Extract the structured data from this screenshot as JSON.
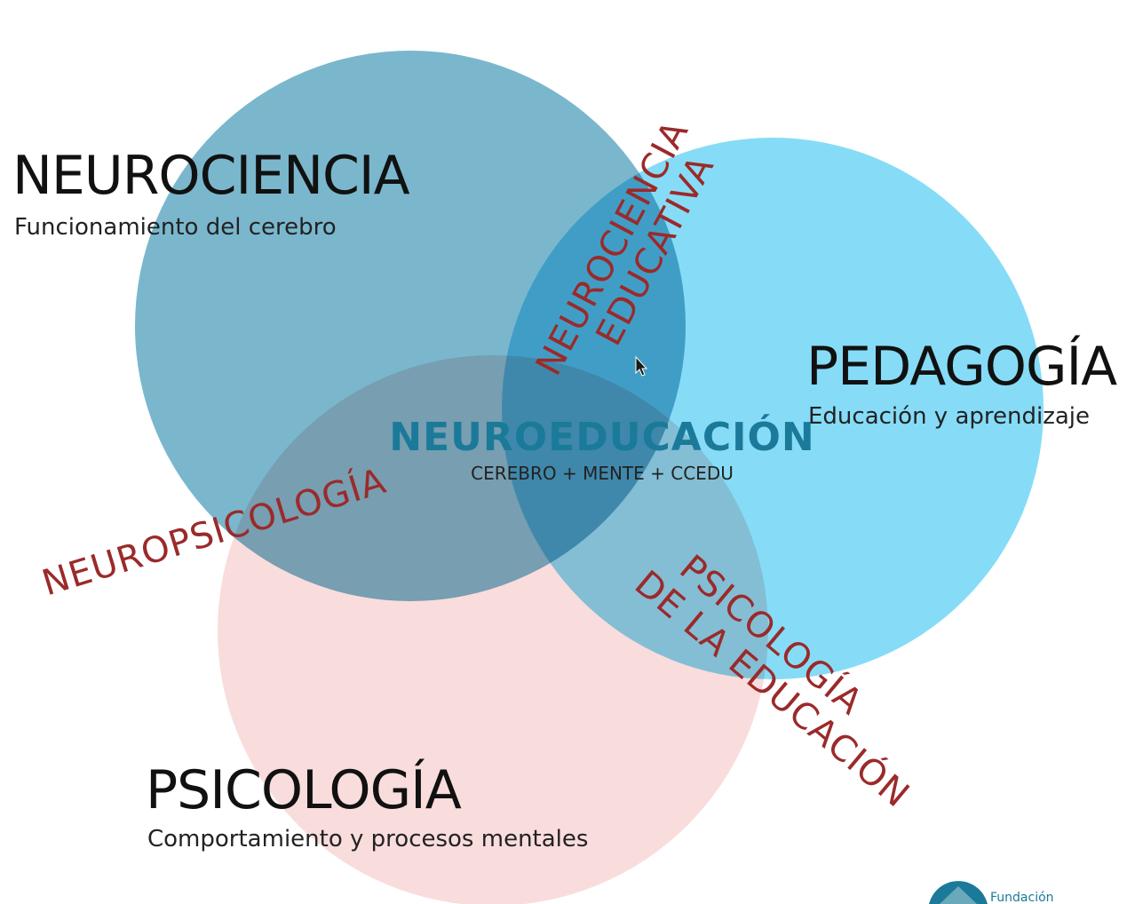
{
  "diagram": {
    "type": "venn-3",
    "colors": {
      "neurociencia": "#6fb1c9",
      "pedagogia": "#7fdaf7",
      "psicologia": "#f9dcdc",
      "intersection_text": "#9b2a2a",
      "center_text": "#1b7a99"
    },
    "sets": {
      "neurociencia": {
        "title": "NEUROCIENCIA",
        "subtitle": "Funcionamiento del cerebro"
      },
      "pedagogia": {
        "title": "PEDAGOGÍA",
        "subtitle": "Educación y aprendizaje"
      },
      "psicologia": {
        "title": "PSICOLOGÍA",
        "subtitle": "Comportamiento y procesos mentales"
      }
    },
    "intersections": {
      "neuro_peda": [
        "NEUROCIENCIA",
        "EDUCATIVA"
      ],
      "neuro_psico": "NEUROPSICOLOGÍA",
      "peda_psico": [
        "PSICOLOGÍA",
        "DE LA EDUCACIÓN"
      ]
    },
    "center": {
      "title": "NEUROEDUCACIÓN",
      "subtitle": "CEREBRO + MENTE + CCEDU"
    }
  },
  "logo": {
    "name": "logo-icon",
    "text": "Fundación"
  }
}
